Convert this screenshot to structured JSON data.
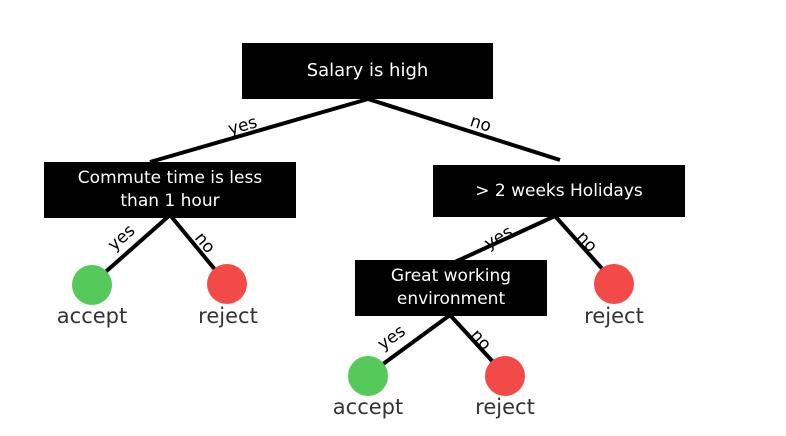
{
  "colors": {
    "accept": "#55c95a",
    "reject": "#f24b47",
    "box": "#000000",
    "box_text": "#ffffff",
    "line": "#000000"
  },
  "nodes": {
    "root": {
      "label": "Salary is high"
    },
    "commute": {
      "label_line1": "Commute time is less",
      "label_line2": "than 1 hour"
    },
    "holidays": {
      "label": "> 2 weeks Holidays"
    },
    "environment": {
      "label_line1": "Great working",
      "label_line2": "environment"
    }
  },
  "edges": {
    "root_yes": "yes",
    "root_no": "no",
    "commute_yes": "yes",
    "commute_no": "no",
    "holidays_yes": "yes",
    "holidays_no": "no",
    "environment_yes": "yes",
    "environment_no": "no"
  },
  "leaves": {
    "commute_accept": {
      "label": "accept",
      "outcome": "accept"
    },
    "commute_reject": {
      "label": "reject",
      "outcome": "reject"
    },
    "holidays_reject": {
      "label": "reject",
      "outcome": "reject"
    },
    "environment_accept": {
      "label": "accept",
      "outcome": "accept"
    },
    "environment_reject": {
      "label": "reject",
      "outcome": "reject"
    }
  }
}
